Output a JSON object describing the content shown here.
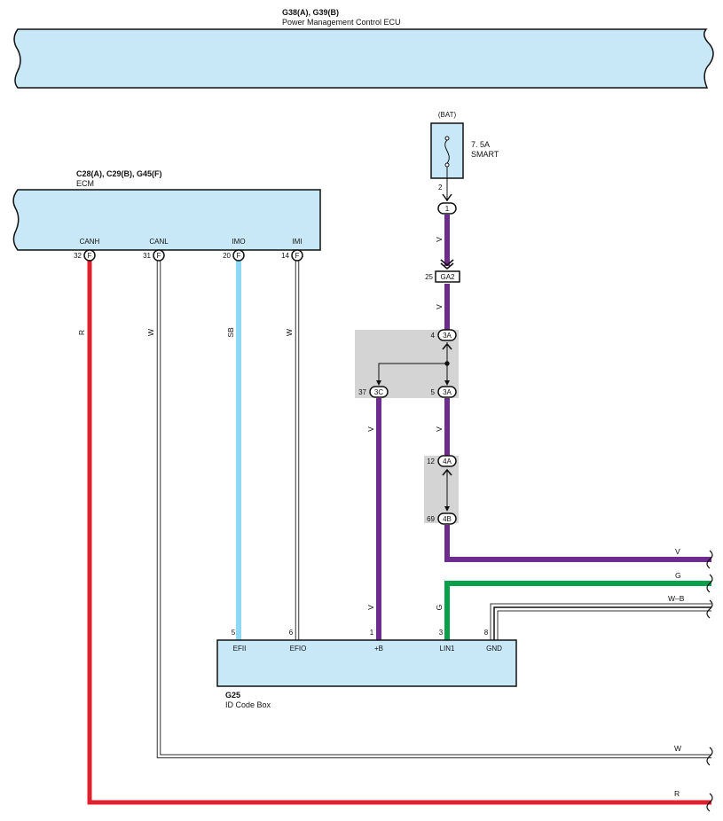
{
  "colors": {
    "ecu_fill": "#c8e8f8",
    "splice_fill": "#d4d4d4",
    "wire_violet": "#6e2c8e",
    "wire_green": "#08a04a",
    "wire_red": "#e0202c",
    "wire_skyblue": "#8ed8f4",
    "wire_outline": "#333333"
  },
  "pm_ecu": {
    "code": "G38(A), G39(B)",
    "name": "Power Management Control ECU"
  },
  "ecm": {
    "code": "C28(A), C29(B), G45(F)",
    "name": "ECM",
    "terminals": [
      {
        "label": "CANH",
        "pin": "32",
        "conn": "F"
      },
      {
        "label": "CANL",
        "pin": "31",
        "conn": "F"
      },
      {
        "label": "IMO",
        "pin": "20",
        "conn": "F"
      },
      {
        "label": "IMI",
        "pin": "14",
        "conn": "F"
      }
    ]
  },
  "fuse": {
    "source": "(BAT)",
    "rating": "7. 5A",
    "name": "SMART",
    "pin": "2",
    "out_conn": "1"
  },
  "connectors": {
    "ga2": {
      "pin": "25",
      "label": "GA2"
    },
    "j3a_top": {
      "pin": "4",
      "label": "3A"
    },
    "j3a_bottom": {
      "pin": "5",
      "label": "3A"
    },
    "j3c": {
      "pin": "37",
      "label": "3C"
    },
    "j4a": {
      "pin": "12",
      "label": "4A"
    },
    "j4b": {
      "pin": "69",
      "label": "4B"
    }
  },
  "id_box": {
    "code": "G25",
    "name": "ID Code Box",
    "terminals": [
      {
        "pin": "5",
        "label": "EFII"
      },
      {
        "pin": "6",
        "label": "EFIO"
      },
      {
        "pin": "1",
        "label": "+B"
      },
      {
        "pin": "3",
        "label": "LIN1"
      },
      {
        "pin": "8",
        "label": "GND"
      }
    ]
  },
  "wires": {
    "canh": "R",
    "canl": "W",
    "imo": "SB",
    "imi": "W",
    "fuse_out": "V",
    "ga2_out": "V",
    "plus_b": "V",
    "v_3a": "V",
    "plus_b_lower": "V",
    "lin1": "G",
    "right_v": "V",
    "right_g": "G",
    "right_wb": "W–B",
    "right_w": "W",
    "right_r": "R"
  }
}
